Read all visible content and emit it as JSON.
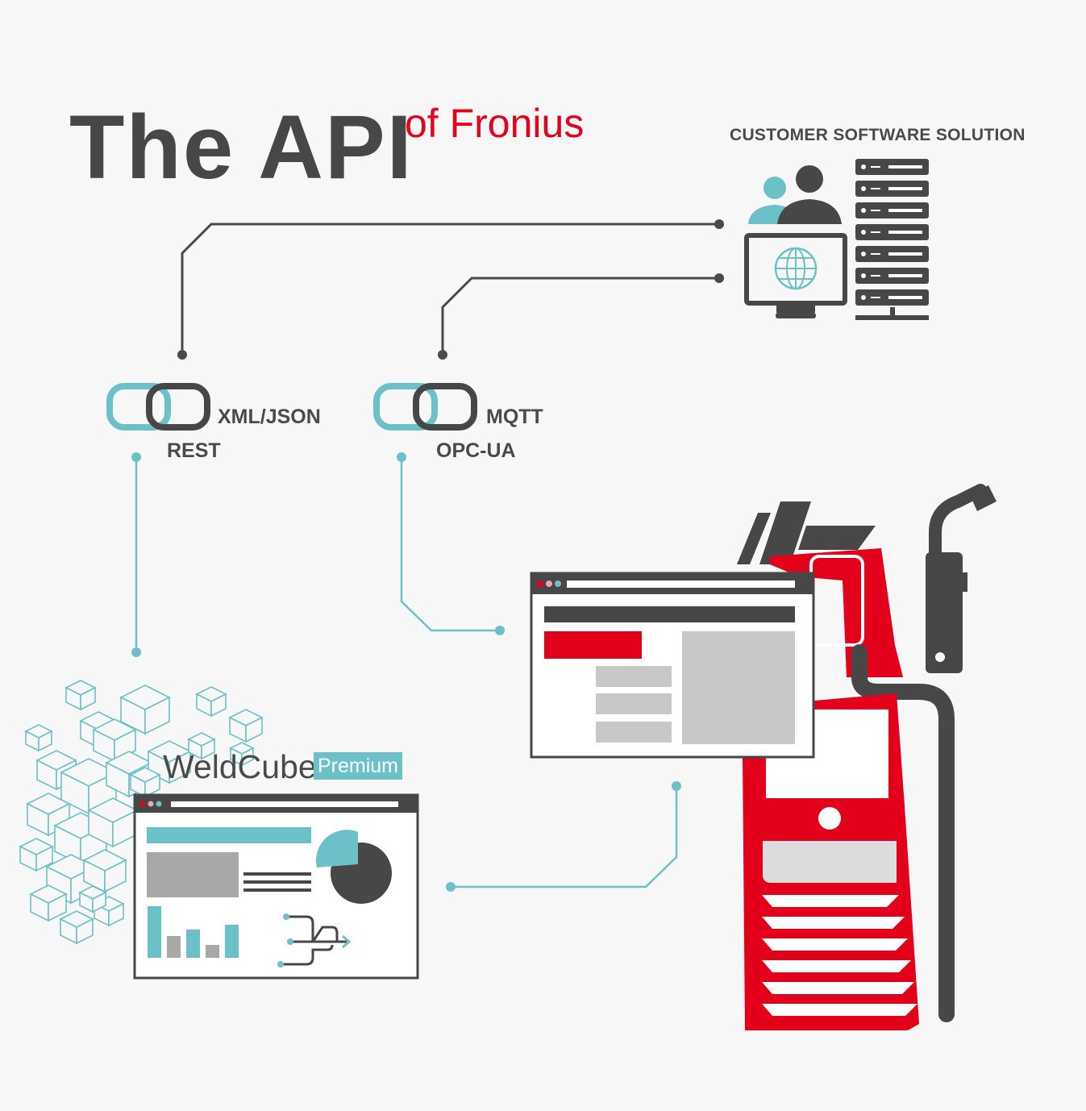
{
  "title": {
    "main": "The API",
    "sub": "of Fronius"
  },
  "customer": {
    "label": "CUSTOMER SOFTWARE SOLUTION"
  },
  "interfaces": [
    {
      "top": "XML/JSON",
      "bottom": "REST"
    },
    {
      "top": "MQTT",
      "bottom": "OPC-UA"
    }
  ],
  "weldcube": {
    "name": "WeldCube",
    "badge": "Premium"
  },
  "colors": {
    "accent_red": "#e2001a",
    "accent_teal": "#6cc0c8",
    "dark": "#474747",
    "gray": "#c8c8c8"
  }
}
